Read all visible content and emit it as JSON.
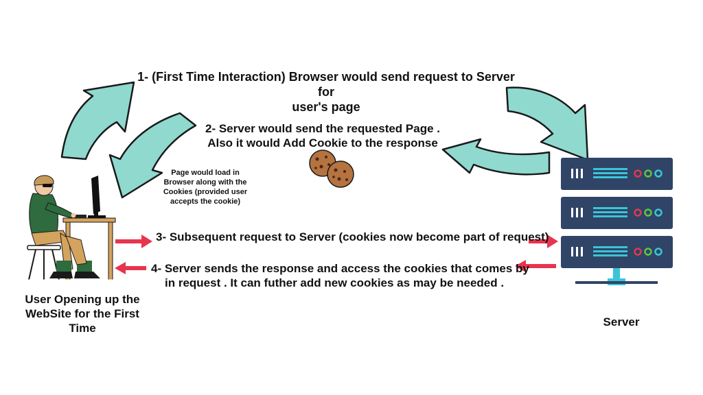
{
  "steps": {
    "step1_line1": "1- (First Time Interaction) Browser would send request to Server for",
    "step1_line2": "user's page",
    "step2_line1": "2- Server would send the requested Page .",
    "step2_line2": "Also it would Add Cookie to the response",
    "step3": "3- Subsequent request to Server (cookies now become part of request)",
    "step4_line1": "4- Server sends the response and access the cookies that comes by",
    "step4_line2": "in request . It can futher add new cookies as may be needed ."
  },
  "note": {
    "line1": "Page would load in",
    "line2": "Browser along with the",
    "line3": "Cookies (provided user",
    "line4": "accepts the cookie)"
  },
  "user": {
    "line1": "User Opening up the",
    "line2": "WebSite for the First",
    "line3": "Time"
  },
  "server": {
    "label": "Server"
  },
  "colors": {
    "arrow_fill": "#8fd9cf",
    "arrow_stroke": "#1a1a1a",
    "red_arrow": "#e8344e",
    "server_box": "#2f4466",
    "server_teal": "#3bc4d8",
    "led_red": "#e0384f",
    "led_green": "#5cc443",
    "led_blue": "#3bc4d8",
    "cookie": "#b4733f",
    "cookie_chip": "#4a2615"
  }
}
